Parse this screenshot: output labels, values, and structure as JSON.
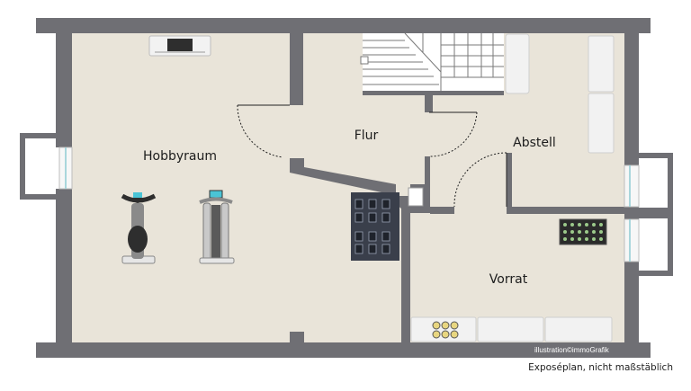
{
  "rooms": {
    "hobbyraum": "Hobbyraum",
    "flur": "Flur",
    "abstell": "Abstell",
    "vorrat": "Vorrat"
  },
  "credit": "illustration©immoGrafik",
  "note": "Exposéplan, nicht maßstäblich",
  "colors": {
    "wall": "#6f6f74",
    "floor": "#e9e4d9",
    "furniture": "#f2f2f2",
    "door_line": "#222222"
  },
  "icons": {
    "stairs": "stairs-icon",
    "wall_shelf": "shelf-icon",
    "exercise_bike": "exercise-bike-icon",
    "cross_trainer": "cross-trainer-icon",
    "dumbbell_rack": "dumbbell-rack-icon",
    "wine_rack": "wine-rack-icon"
  }
}
